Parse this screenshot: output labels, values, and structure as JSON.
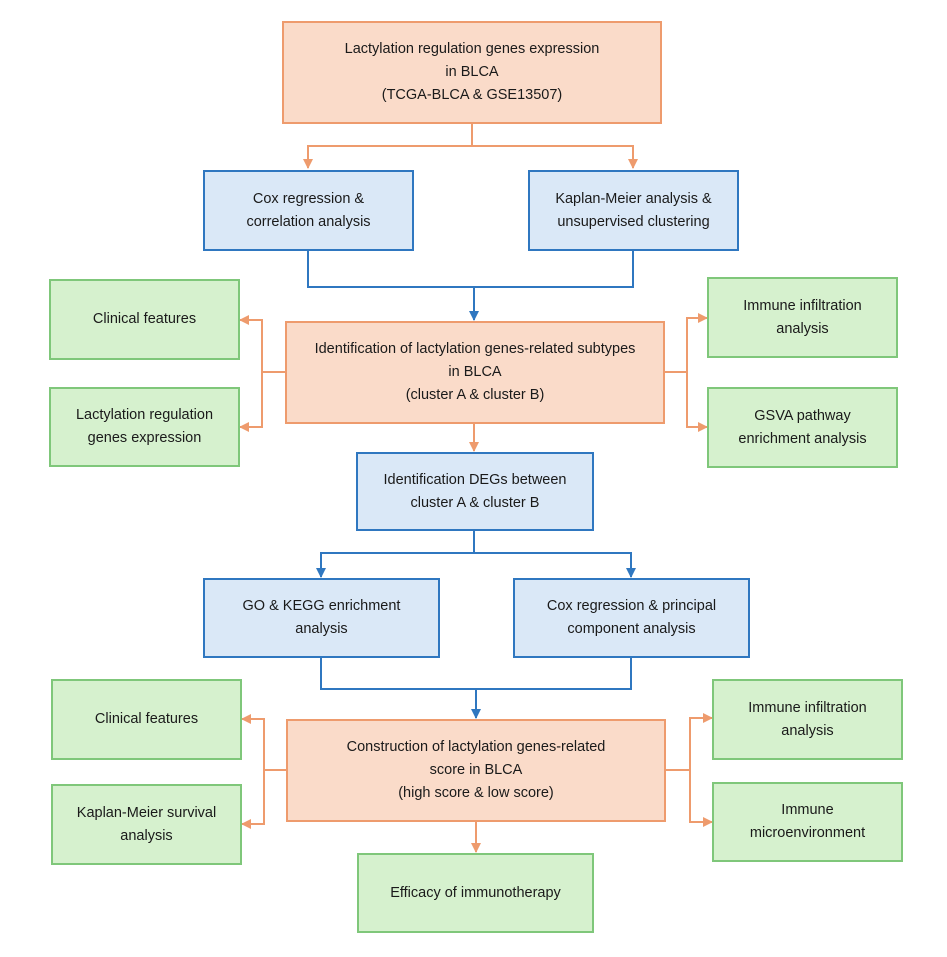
{
  "colors": {
    "orange_fill": "#fadbc9",
    "orange_stroke": "#ee9b6d",
    "blue_fill": "#dae8f7",
    "blue_stroke": "#2f77c0",
    "green_fill": "#d6f1ce",
    "green_stroke": "#7fc77a"
  },
  "nodes": {
    "source": "Lactylation regulation genes expression\nin BLCA\n(TCGA-BLCA & GSE13507)",
    "cox_correlation": "Cox regression &\ncorrelation analysis",
    "km_clustering": "Kaplan-Meier analysis &\nunsupervised clustering",
    "subtypes": "Identification of lactylation genes-related subtypes\nin BLCA\n(cluster A & cluster B)",
    "clinical_features_1": "Clinical features",
    "regulation_expression": "Lactylation regulation\ngenes expression",
    "immune_infiltration_1": "Immune infiltration\nanalysis",
    "gsva": "GSVA pathway\nenrichment analysis",
    "degs": "Identification DEGs between\ncluster A & cluster B",
    "go_kegg": "GO & KEGG enrichment\nanalysis",
    "cox_pca": "Cox regression & principal\ncomponent analysis",
    "score": "Construction of lactylation genes-related\nscore in BLCA\n(high score & low score)",
    "clinical_features_2": "Clinical features",
    "km_survival": "Kaplan-Meier survival\nanalysis",
    "immune_infiltration_2": "Immune infiltration\nanalysis",
    "microenvironment": "Immune\nmicroenvironment",
    "immunotherapy": "Efficacy of immunotherapy"
  }
}
